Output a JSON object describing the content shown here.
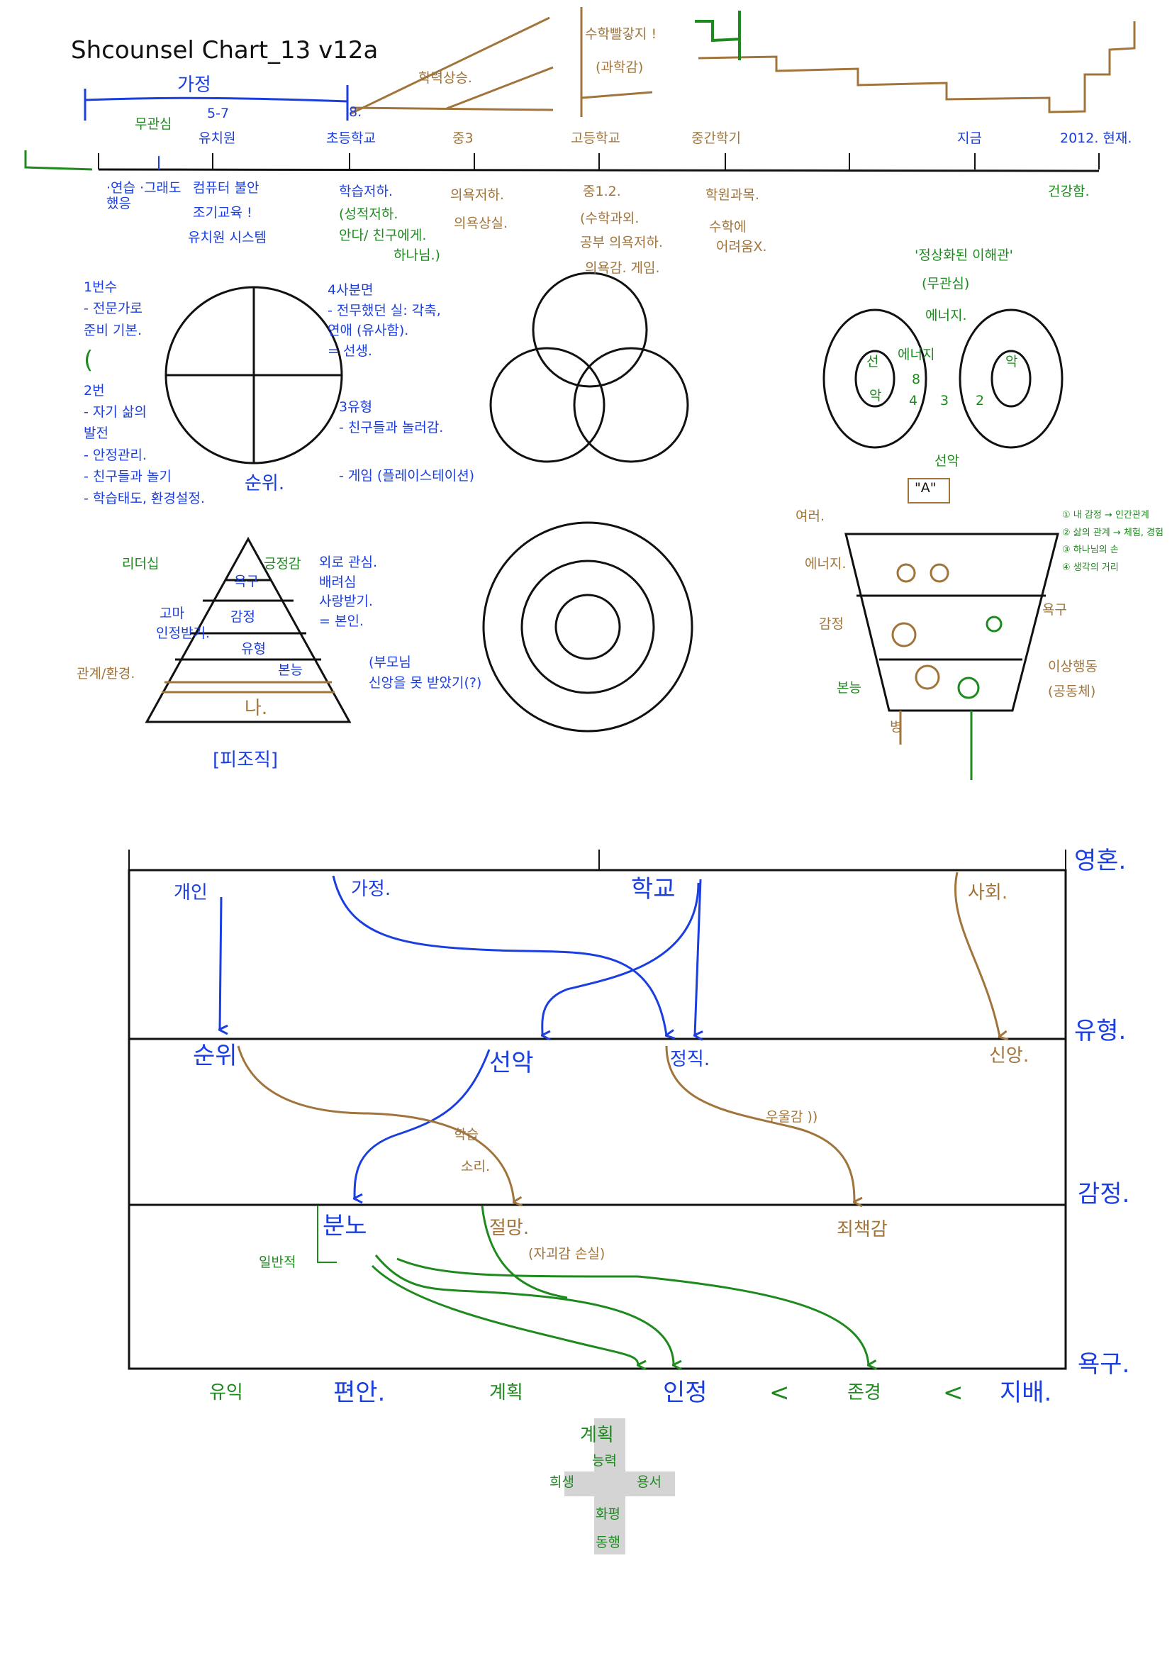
{
  "title": "Shcounsel Chart_13 v12a",
  "colors": {
    "blue": "#1a3ee0",
    "brown": "#a0743a",
    "green": "#1e8a1e",
    "black": "#111111"
  },
  "timeline": {
    "bracket_label": "가정",
    "bracket_end": "8.",
    "rise_label": "학력상승.",
    "peak_labels": [
      "수학빨갛지 !",
      "(과학감)"
    ],
    "above": [
      "무관심",
      "5-7",
      "유치원",
      "초등학교",
      "중3",
      "고등학교",
      "중간학기",
      "지금",
      "2012. 현재."
    ],
    "below": {
      "infant": [
        "·연습 ·그래도했응"
      ],
      "kinder": [
        "컴퓨터 불안",
        "조기교육 !",
        "유치원 시스템"
      ],
      "elem": [
        "학습저하.",
        "(성적저하.",
        "안다/ 친구에게.",
        "하나님.)"
      ],
      "mid3": [
        "의욕저하.",
        "의욕상실."
      ],
      "high": [
        "중1.2.",
        "(수학과외.",
        "공부 의욕저하.",
        "의욕감. 게임."
      ],
      "term": [
        "학원과목.",
        "수학에",
        "어려움X."
      ],
      "now": [
        "건강함."
      ]
    }
  },
  "quadrant": {
    "left": [
      "1번수",
      "- 전문가로",
      "준비 기본.",
      "(",
      "2번",
      "- 자기 삶의",
      "발전",
      "- 안정관리.",
      "- 친구들과 놀기",
      "- 학습태도, 환경설정."
    ],
    "right": [
      "4사분면",
      "- 전무했던 실: 각축,",
      "연애 (유사함).",
      "= 선생.",
      "3유형",
      "- 친구들과 놀러감.",
      "- 게임 (플레이스테이션)"
    ],
    "rank": "순위."
  },
  "pyramid": {
    "levels": [
      "욕구",
      "감정",
      "유형",
      "본능",
      "나."
    ],
    "left": [
      "관계/환경.",
      "리더십",
      "고마",
      "인정받기."
    ],
    "right": [
      "긍정감",
      "외로 관심.",
      "배려심",
      "사랑받기.",
      "= 본인."
    ],
    "note": [
      "(부모님",
      "신앙을 못 받았기(?)"
    ],
    "caption": "[피조직]"
  },
  "donuts": {
    "caption": [
      "'정상화된 이해관'",
      "(무관심)"
    ],
    "mid_label": "에너지.",
    "left_inner": [
      "선",
      "악"
    ],
    "left_nums": [
      "8",
      "4",
      "3"
    ],
    "right_nums": [
      "2",
      "악"
    ],
    "left_label": "에너지"
  },
  "funnel": {
    "top_label": "선악",
    "badge": "\"A\"",
    "left": [
      "여러.",
      "에너지.",
      "감정",
      "본능"
    ],
    "right": [
      "욕구",
      "이상행동",
      "(공동체)"
    ],
    "bottom": "병",
    "legend": [
      "① 내 감정 → 인간관계",
      "② 삶의 관계 → 체험, 경험",
      "③ 하나님의 손",
      "④ 생각의 거리"
    ]
  },
  "grid": {
    "rows": [
      "영혼.",
      "유형.",
      "감정.",
      "욕구."
    ],
    "top": [
      "개인",
      "가정.",
      "학교",
      "사회."
    ],
    "mid": [
      "순위",
      "선악",
      "정직.",
      "신앙."
    ],
    "feel_labels": [
      "학습",
      "소리.",
      "우울감 ))",
      "(자괴감 손실)"
    ],
    "low": [
      "분노",
      "절망.",
      "죄책감"
    ],
    "low_side": "일반적",
    "bottom": [
      "유익",
      "편안.",
      "계획",
      "인정",
      "<",
      "존경",
      "<",
      "지배."
    ]
  },
  "cross": {
    "top": "계획",
    "upper": "능력",
    "left": "희생",
    "right": "용서",
    "lower": "화평",
    "bottom": "동행"
  }
}
